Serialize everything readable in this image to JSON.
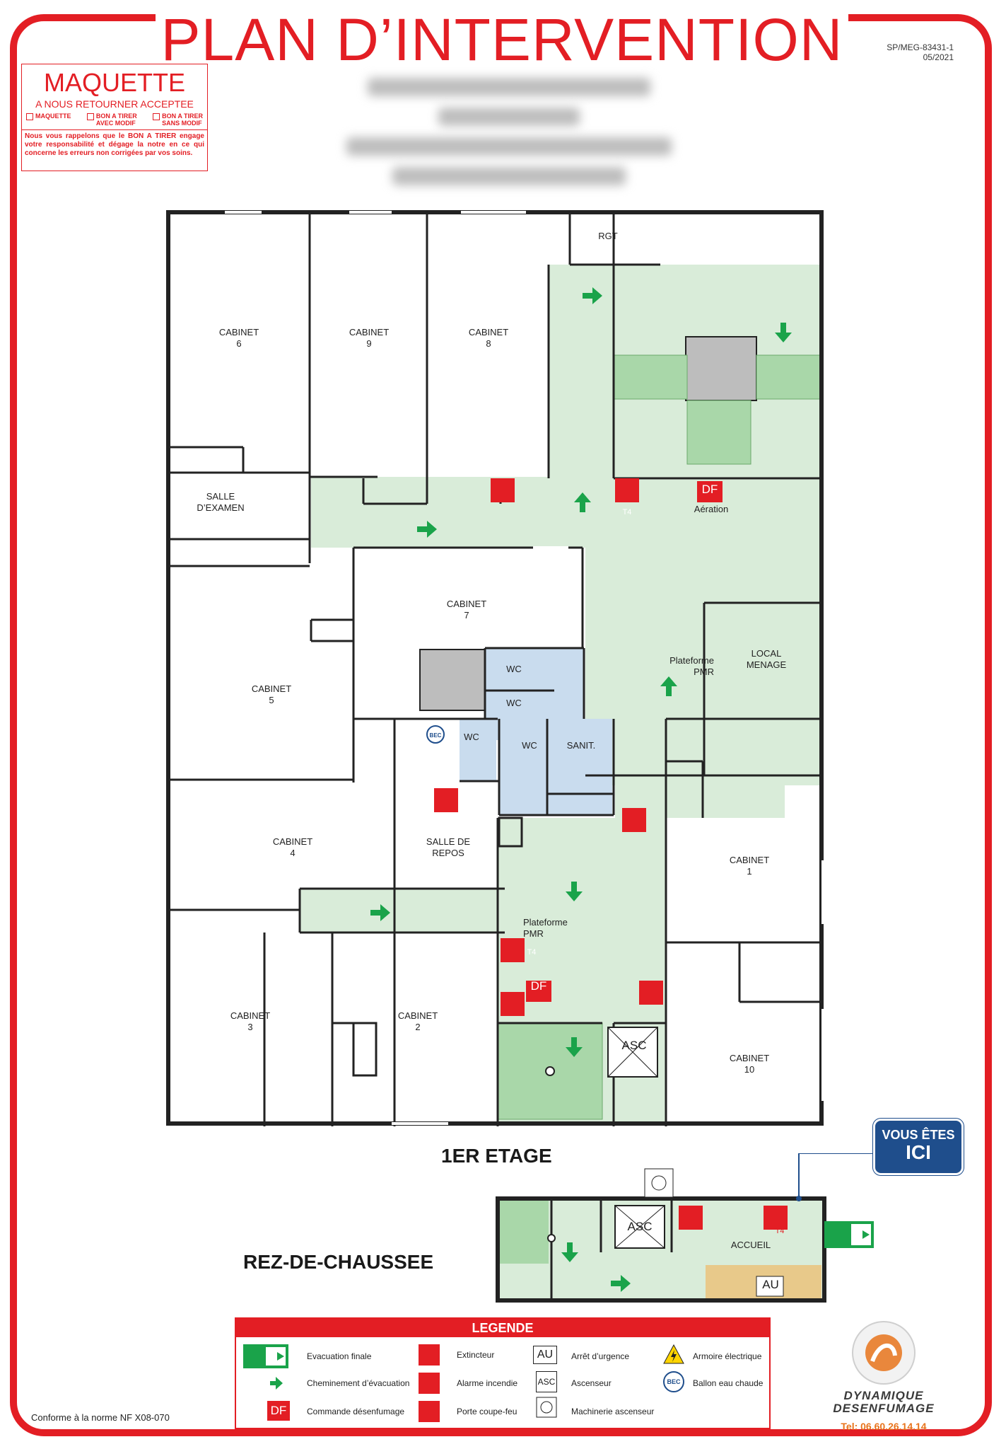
{
  "header": {
    "title": "PLAN D’INTERVENTION",
    "ref_code": "SP/MEG-83431-1",
    "ref_date": "05/2021"
  },
  "maquette": {
    "title": "MAQUETTE",
    "subtitle": "A NOUS RETOURNER ACCEPTEE",
    "option_1": "MAQUETTE",
    "option_2_line1": "BON A TIRER",
    "option_2_line2": "AVEC MODIF",
    "option_3_line1": "BON A TIRER",
    "option_3_line2": "SANS MODIF",
    "note": "Nous vous rappelons que le BON A TIRER engage votre responsabilité et dégage la notre en ce qui concerne les erreurs non corrigées par vos soins."
  },
  "rooms": {
    "rgt": "RGT",
    "cabinet_6": [
      "CABINET",
      "6"
    ],
    "cabinet_9": [
      "CABINET",
      "9"
    ],
    "cabinet_8": [
      "CABINET",
      "8"
    ],
    "salle_examen": [
      "SALLE",
      "D’EXAMEN"
    ],
    "cabinet_7": [
      "CABINET",
      "7"
    ],
    "cabinet_5": [
      "CABINET",
      "5"
    ],
    "wc_1": "WC",
    "wc_2": "WC",
    "wc_3": "WC",
    "wc_4": "WC",
    "sanit": "SANIT.",
    "local_menage": [
      "LOCAL",
      "MENAGE"
    ],
    "plateforme_1": [
      "Plateforme",
      "PMR"
    ],
    "plateforme_2": [
      "Plateforme",
      "PMR"
    ],
    "cabinet_4": [
      "CABINET",
      "4"
    ],
    "salle_repos": [
      "SALLE DE",
      "REPOS"
    ],
    "cabinet_1": [
      "CABINET",
      "1"
    ],
    "cabinet_3": [
      "CABINET",
      "3"
    ],
    "cabinet_2": [
      "CABINET",
      "2"
    ],
    "cabinet_10": [
      "CABINET",
      "10"
    ],
    "aeration": "Aération",
    "accueil": "ACCUEIL"
  },
  "symbols": {
    "df": "DF",
    "t4": "T4",
    "bec": "BEC",
    "asc": "ASC",
    "au": "AU"
  },
  "floors": {
    "upper": "1ER ETAGE",
    "ground": "REZ-DE-CHAUSSEE"
  },
  "you_are_here": {
    "line1": "VOUS ÊTES",
    "line2": "ICI"
  },
  "legend": {
    "title": "LEGENDE",
    "evac_finale": "Evacuation finale",
    "cheminement": "Cheminement d’évacuation",
    "desenfumage": "Commande désenfumage",
    "extincteur": "Extincteur",
    "alarme": "Alarme incendie",
    "porte": "Porte coupe-feu",
    "arret": "Arrêt d’urgence",
    "ascenseur": "Ascenseur",
    "machinerie": "Machinerie ascenseur",
    "armoire": "Armoire électrique",
    "ballon": "Ballon eau chaude"
  },
  "footer": {
    "norm": "Conforme à la norme NF X08-070",
    "company_line1": "DYNAMIQUE",
    "company_line2": "DESENFUMAGE",
    "phone": "Tel: 06.60.26.14.14"
  },
  "colors": {
    "red": "#e31e24",
    "evac_green": "#d9ecd9",
    "arrow_green": "#1aa34a",
    "wc_blue": "#c9dcee",
    "navy": "#1f4e8c"
  }
}
